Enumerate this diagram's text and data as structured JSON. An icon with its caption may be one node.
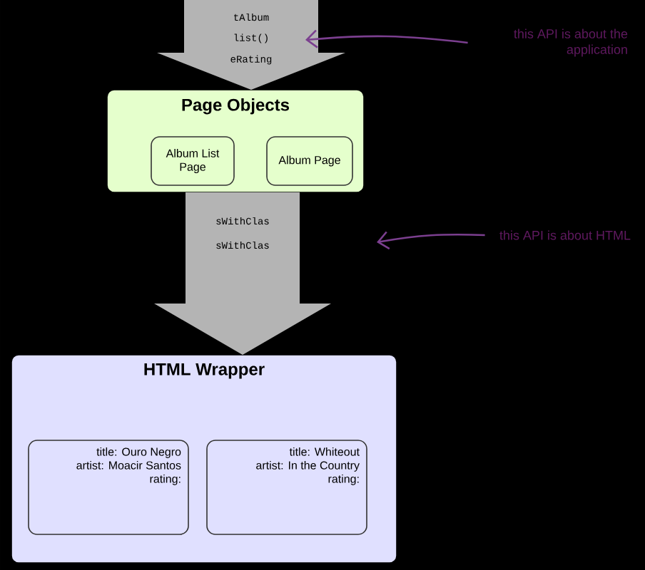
{
  "diagram": {
    "nodes": [
      {
        "text": [
          "Page Objects"
        ]
      },
      {
        "text": [
          "Album Page"
        ],
        "in": 0
      },
      {
        "text": [
          "Album List Page"
        ],
        "in": 0
      },
      {
        "text": [
          "HTML Wrapper"
        ]
      },
      {
        "text": [
          "title: Whiteout",
          "artist: In the Country",
          "rating:"
        ],
        "in": 3
      },
      {
        "text": [
          "title: Ouro Negro",
          "artist: Moacir Santos",
          "rating:"
        ],
        "in": 3
      },
      {
        "text": [
          "this API is about the application"
        ]
      },
      {
        "text": [
          "this API is about HTML"
        ]
      }
    ],
    "edges": [
      {
        "from": null,
        "to": 0,
        "arrow": "to",
        "style": "thick",
        "color": "#b4b4b4"
      },
      {
        "from": 0,
        "to": 3,
        "arrow": "to",
        "style": "thick",
        "color": "#b4b4b4"
      },
      {
        "from": 6,
        "to": null,
        "arrow": "to",
        "color": "#7b3f8f"
      },
      {
        "from": 7,
        "to": null,
        "arrow": "to",
        "color": "#7b3f8f"
      }
    ],
    "labels": [
      "tAlbum",
      "list()",
      "eRating",
      "sWithClas",
      "sWithClas"
    ]
  }
}
